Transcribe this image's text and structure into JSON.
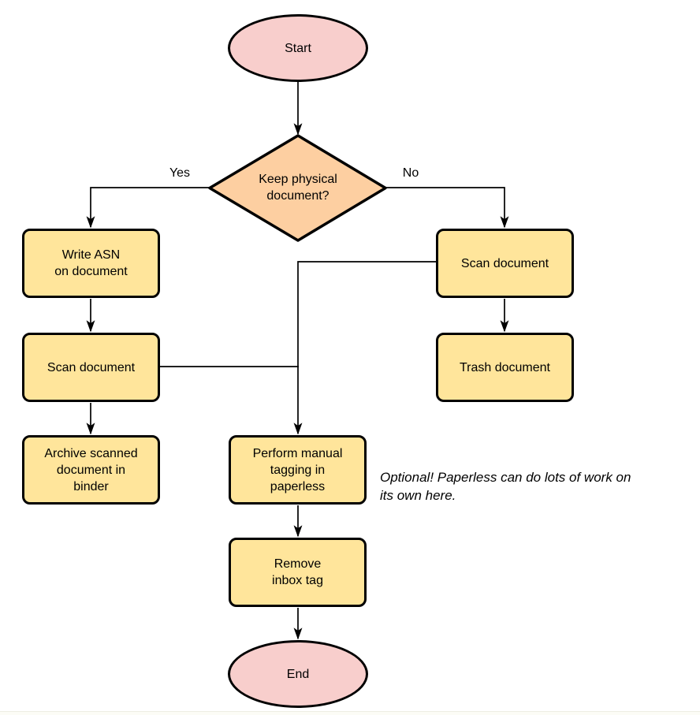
{
  "nodes": {
    "start": {
      "type": "terminator",
      "label": "Start"
    },
    "decision": {
      "type": "decision",
      "label": "Keep physical\ndocument?"
    },
    "write_asn": {
      "type": "process",
      "label": "Write ASN\non document"
    },
    "scan_left": {
      "type": "process",
      "label": "Scan document"
    },
    "archive": {
      "type": "process",
      "label": "Archive scanned\ndocument in\nbinder"
    },
    "scan_right": {
      "type": "process",
      "label": "Scan document"
    },
    "trash": {
      "type": "process",
      "label": "Trash document"
    },
    "tagging": {
      "type": "process",
      "label": "Perform manual\ntagging in\npaperless"
    },
    "remove_inbox": {
      "type": "process",
      "label": "Remove\ninbox tag"
    },
    "end": {
      "type": "terminator",
      "label": "End"
    }
  },
  "edge_labels": {
    "yes": "Yes",
    "no": "No"
  },
  "note": {
    "text": "Optional! Paperless can do lots of work on\nits own here."
  },
  "colors": {
    "terminator_fill": "#F8CECC",
    "decision_fill": "#FDCFA1",
    "process_fill": "#FFE59B",
    "outline": "#000000",
    "connector": "#000000",
    "background": "#FFFFFF"
  }
}
